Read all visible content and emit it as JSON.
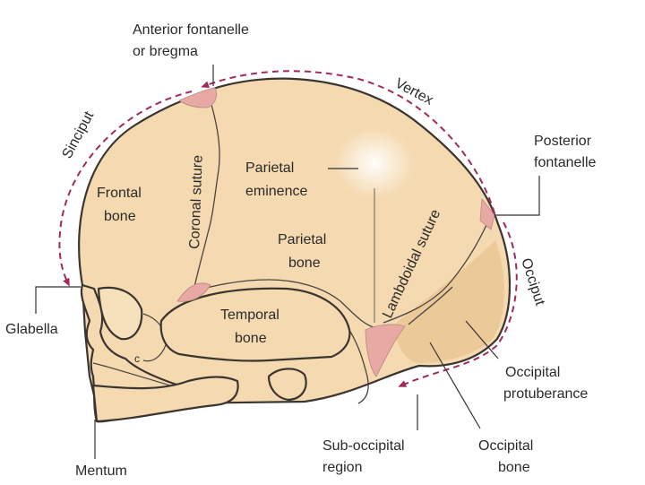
{
  "colors": {
    "bone_fill": "#f5d9b0",
    "bone_shade": "#ecc998",
    "suture_pink": "#e8a9a4",
    "dashed_arrow": "#a3295c",
    "text": "#2a2a2a"
  },
  "labels": {
    "anterior_fontanelle_1": "Anterior fontanelle",
    "anterior_fontanelle_2": "or bregma",
    "vertex": "Vertex",
    "sinciput": "Sinciput",
    "posterior_fontanelle_1": "Posterior",
    "posterior_fontanelle_2": "fontanelle",
    "coronal_suture": "Coronal suture",
    "frontal_bone_1": "Frontal",
    "frontal_bone_2": "bone",
    "parietal_eminence_1": "Parietal",
    "parietal_eminence_2": "eminence",
    "parietal_bone_1": "Parietal",
    "parietal_bone_2": "bone",
    "lambdoidal_suture": "Lambdoidal suture",
    "occiput": "Occiput",
    "glabella": "Glabella",
    "temporal_bone_1": "Temporal",
    "temporal_bone_2": "bone",
    "occipital_protuberance_1": "Occipital",
    "occipital_protuberance_2": "protuberance",
    "mentum": "Mentum",
    "sub_occipital_1": "Sub-occipital",
    "sub_occipital_2": "region",
    "occipital_bone_1": "Occipital",
    "occipital_bone_2": "bone",
    "orbit_letter": "c"
  }
}
